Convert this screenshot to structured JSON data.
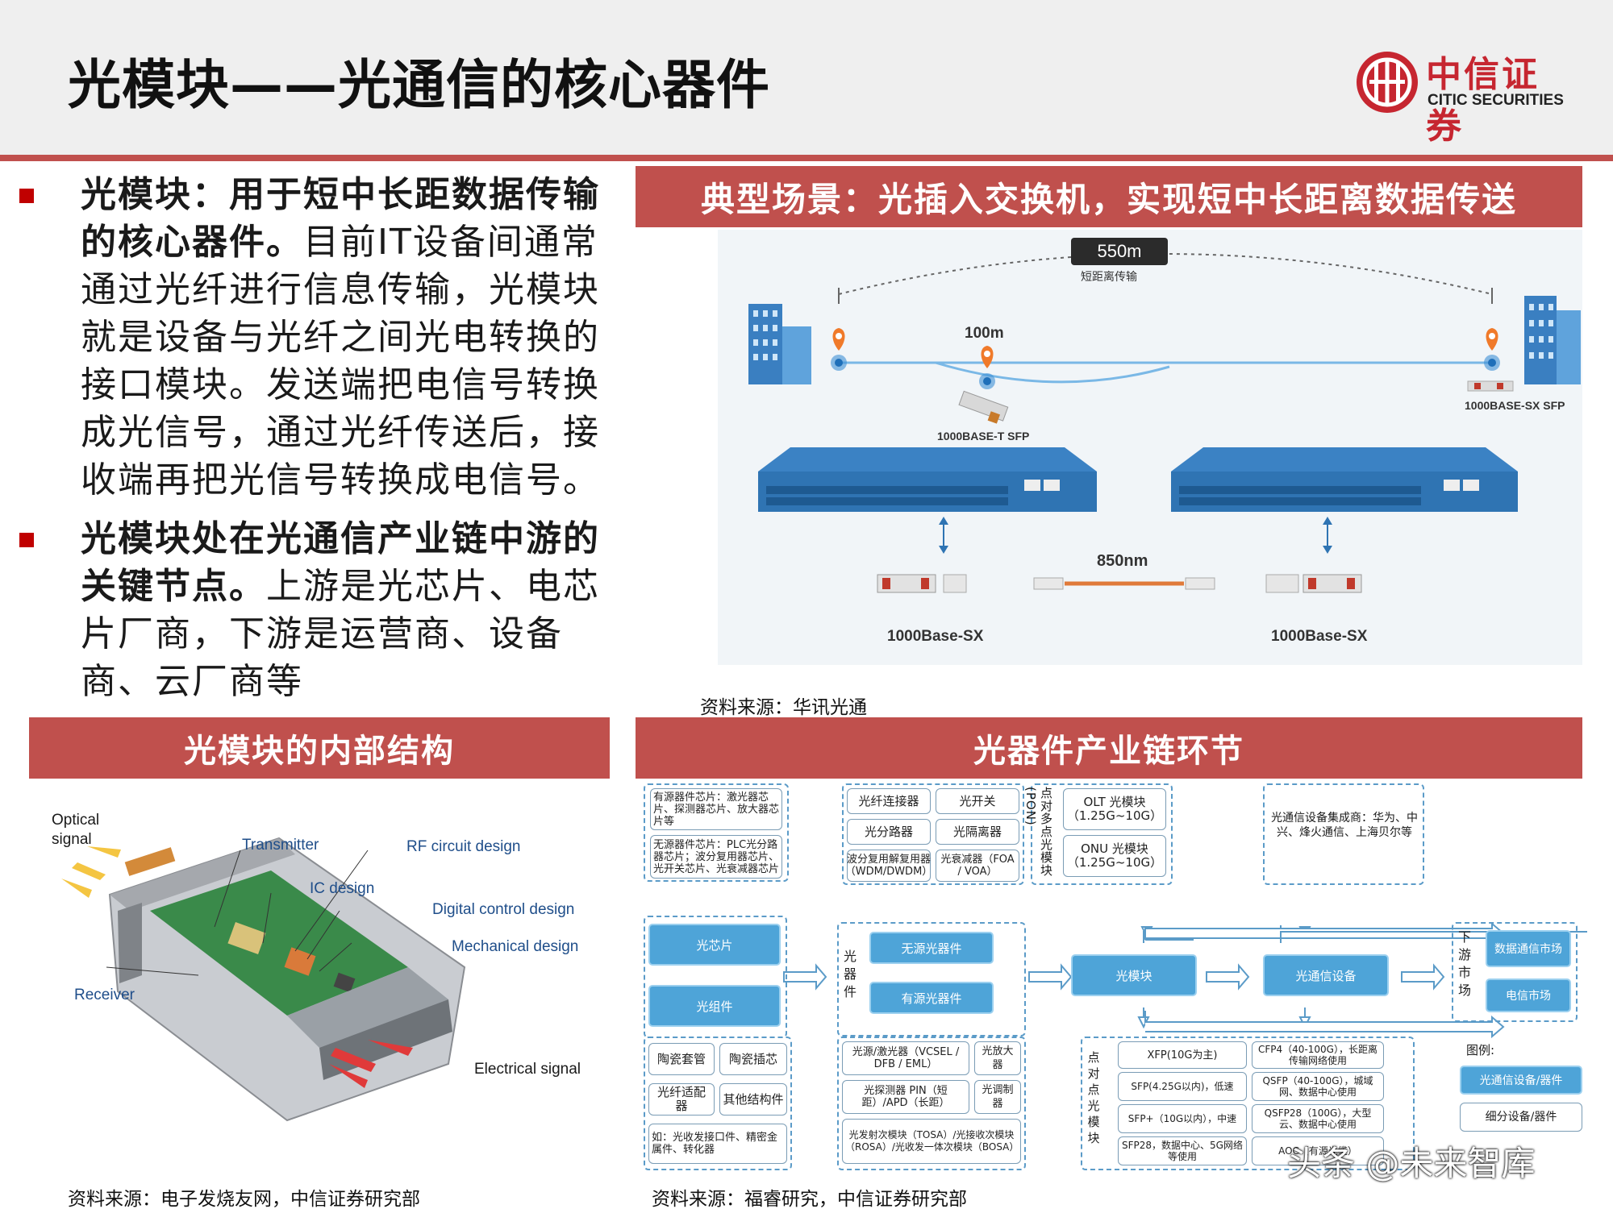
{
  "header": {
    "title": "光模块——光通信的核心器件",
    "logo_cn": "中信证券",
    "logo_en": "CITIC SECURITIES"
  },
  "bullets": [
    {
      "bold": "光模块：用于短中长距数据传输的核心器件。",
      "text": "目前IT设备间通常通过光纤进行信息传输，光模块就是设备与光纤之间光电转换的接口模块。发送端把电信号转换成光信号，通过光纤传送后，接收端再把光信号转换成电信号。"
    },
    {
      "bold": "光模块处在光通信产业链中游的关键节点。",
      "text": "上游是光芯片、电芯片厂商，下游是运营商、设备商、云厂商等"
    }
  ],
  "scene_panel": {
    "title": "典型场景：光插入交换机，实现短中长距离数据传送",
    "distance_550": "550m",
    "distance_550_sub": "短距离传输",
    "distance_100": "100m",
    "sfp_t": "1000BASE-T SFP",
    "sfp_sx": "1000BASE-SX SFP",
    "distance_850": "850nm",
    "sx_left": "1000Base-SX",
    "sx_right": "1000Base-SX",
    "source": "资料来源：华讯光通"
  },
  "structure_panel": {
    "title": "光模块的内部结构",
    "labels": {
      "optical": "Optical\nsignal",
      "transmitter": "Transmitter",
      "rf": "RF circuit design",
      "ic": "IC design",
      "digital": "Digital control design",
      "mechanical": "Mechanical design",
      "receiver": "Receiver",
      "electrical": "Electrical signal"
    },
    "source": "资料来源：电子发烧友网，中信证券研究部"
  },
  "chain_panel": {
    "title": "光器件产业链环节",
    "top_chips": [
      "有源器件芯片：激光器芯片、探测器芯片、放大器芯片等",
      "无源器件芯片：PLC光分路器芯片；波分复用器芯片、光开关芯片、光衰减器芯片"
    ],
    "top_passive": [
      "光纤连接器",
      "光开关",
      "光分路器",
      "光隔离器",
      "波分复用解复用器（WDM/DWDM）",
      "光衰减器（FOA / VOA）"
    ],
    "pon_label": "点对多点光模块(PON)",
    "pon_items": [
      "OLT 光模块（1.25G~10G）",
      "ONU 光模块（1.25G~10G）"
    ],
    "integrators": "光通信设备集成商：华为、中兴、烽火通信、上海贝尔等",
    "mid_left": [
      "光芯片",
      "光组件"
    ],
    "opto_label": "光器件",
    "opto_items": [
      "无源光器件",
      "有源光器件"
    ],
    "module": "光模块",
    "equipment": "光通信设备",
    "downstream_label": "下游市场",
    "downstream": [
      "数据通信市场",
      "电信市场"
    ],
    "bottom_parts": [
      "陶瓷套管",
      "陶瓷插芯",
      "光纤适配器",
      "其他结构件",
      "如：光收发接口件、精密金属件、转化器"
    ],
    "bottom_active": [
      "光源/激光器（VCSEL / DFB / EML）",
      "光放大器",
      "光探测器 PIN（短距）/APD（长距）",
      "光调制器",
      "光发射次模块（TOSA）/光接收次模块（ROSA）/光收发一体次模块（BOSA）"
    ],
    "p2p_label": "点对点光模块",
    "p2p_left": [
      "XFP(10G为主)",
      "SFP(4.25G以内)，低速",
      "SFP+（10G以内），中速",
      "SFP28，数据中心、5G网络等使用"
    ],
    "p2p_right": [
      "CFP4（40-100G），长距离传输网络使用",
      "QSFP（40-100G），城域网、数据中心使用",
      "QSFP28（100G），大型云、数据中心使用",
      "AOC（有源光缆）"
    ],
    "legend_title": "图例:",
    "legend_items": [
      "光通信设备/器件",
      "细分设备/器件"
    ],
    "source": "资料来源：福睿研究，中信证券研究部"
  },
  "watermark": "头条 @未来智库",
  "colors": {
    "accent": "#c0504d",
    "header_bg": "#efefef",
    "chain_blue": "#4ea4d8"
  }
}
